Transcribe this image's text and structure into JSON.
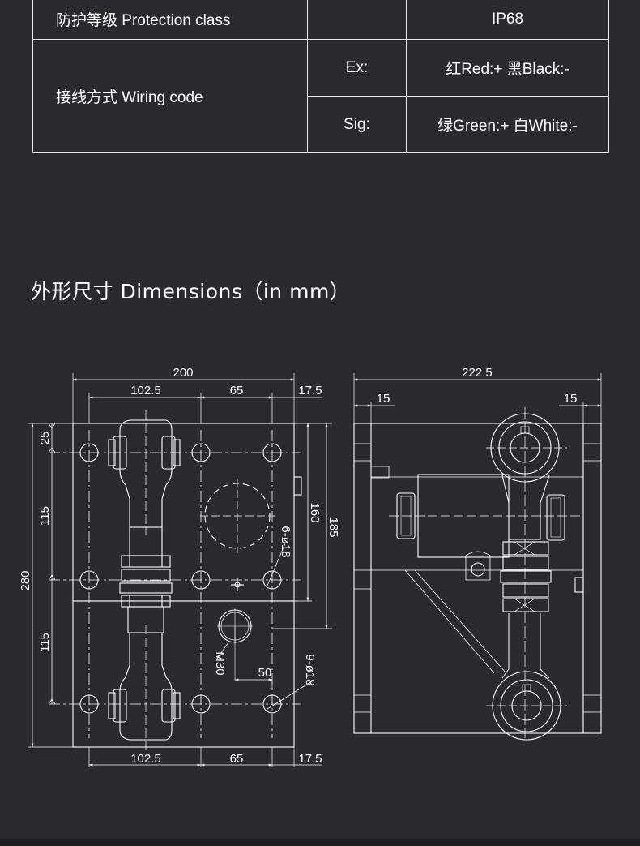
{
  "spec_table": {
    "protection": {
      "label": "防护等级 Protection class",
      "value": "IP68"
    },
    "wiring": {
      "label": "接线方式  Wiring code",
      "ex_label": "Ex:",
      "ex_value": "红Red:+   黑Black:-",
      "sig_label": "Sig:",
      "sig_value": "绿Green:+  白White:-"
    }
  },
  "section_title": "外形尺寸 Dimensions（in mm）",
  "drawing": {
    "colors": {
      "line": "#ffffff",
      "background": "#2b2a2f"
    },
    "front_view": {
      "top_overall": "200",
      "top_left": "102.5",
      "top_mid": "65",
      "top_right": "17.5",
      "bottom_left": "102.5",
      "bottom_mid": "65",
      "bottom_right": "17.5",
      "left_overall": "280",
      "left_top_offset": "25",
      "left_upper": "115",
      "left_lower": "115",
      "right_inner": "160",
      "right_outer": "185",
      "holes_upper": "6-ø18",
      "holes_lower": "9-ø18",
      "thread": "M30",
      "thread_offset": "50"
    },
    "side_view": {
      "top_overall": "222.5",
      "left_offset": "15",
      "right_offset": "15"
    }
  }
}
